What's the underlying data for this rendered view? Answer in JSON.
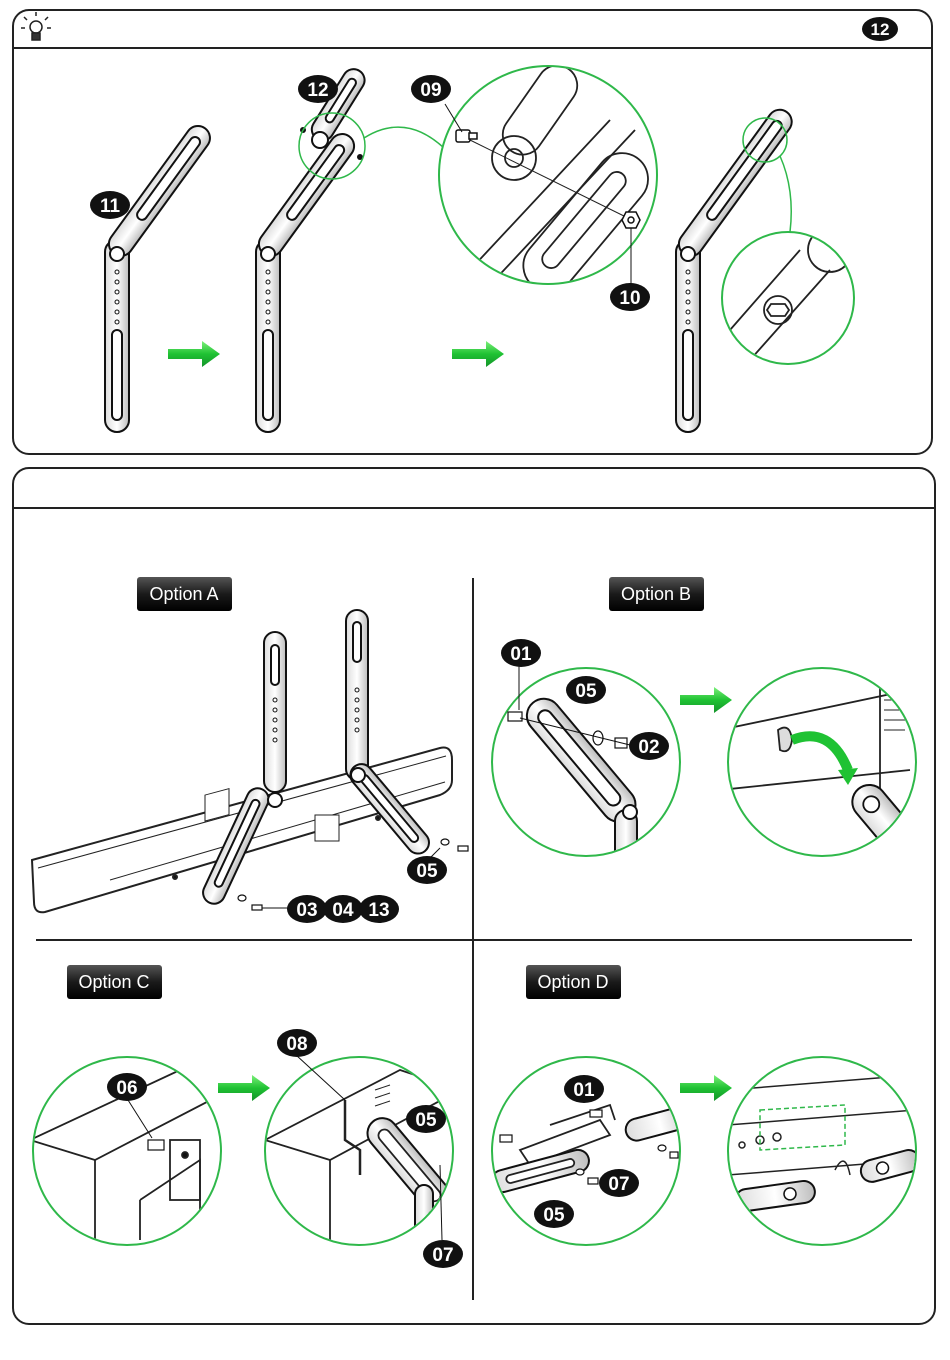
{
  "page": {
    "step_badge": "12",
    "tip_icon": "lightbulb-icon"
  },
  "panel_top": {
    "callouts": {
      "arm_left": "11",
      "arm_mid": "12",
      "bolt": "09",
      "nut": "10"
    }
  },
  "panel_bottom": {
    "options": {
      "a": {
        "label": "Option A",
        "parts": [
          "03",
          "04",
          "13"
        ],
        "washer": "05"
      },
      "b": {
        "label": "Option B",
        "screw": "01",
        "washer": "05",
        "nut": "02"
      },
      "c": {
        "label": "Option C",
        "screw": "06",
        "bracket": "08",
        "washer": "05",
        "nut": "07"
      },
      "d": {
        "label": "Option D",
        "screw": "01",
        "nut": "07",
        "washer": "05"
      }
    }
  },
  "colors": {
    "accent_green": "#26d23c",
    "circle_green": "#2fb84a",
    "badge_dark": "#111111",
    "frame": "#222222"
  }
}
